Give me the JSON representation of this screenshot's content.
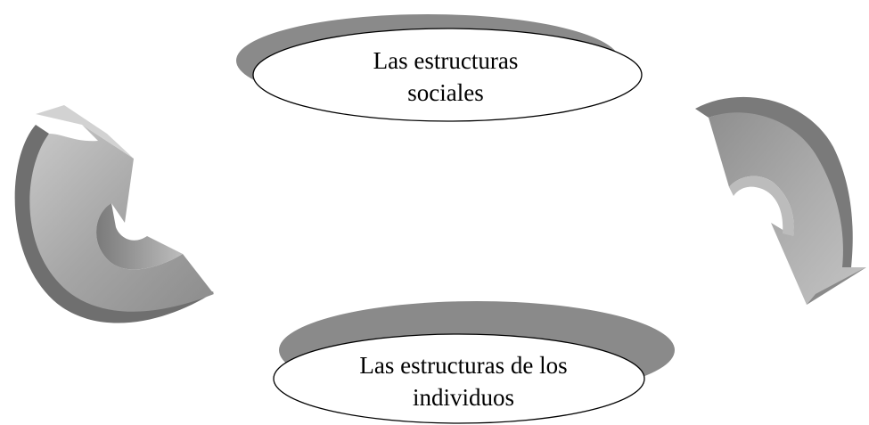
{
  "nodes": {
    "top": {
      "lines": [
        "Las estructuras",
        "sociales"
      ]
    },
    "bottom": {
      "lines": [
        "Las estructuras de los",
        "individuos"
      ]
    }
  },
  "colors": {
    "ellipse_shadow": "#8a8a8a",
    "ellipse_fill": "#ffffff",
    "ellipse_stroke": "#000000",
    "arrow_light": "#bdbdbd",
    "arrow_mid": "#9a9a9a",
    "arrow_dark": "#6f6f6f",
    "text": "#000000"
  }
}
